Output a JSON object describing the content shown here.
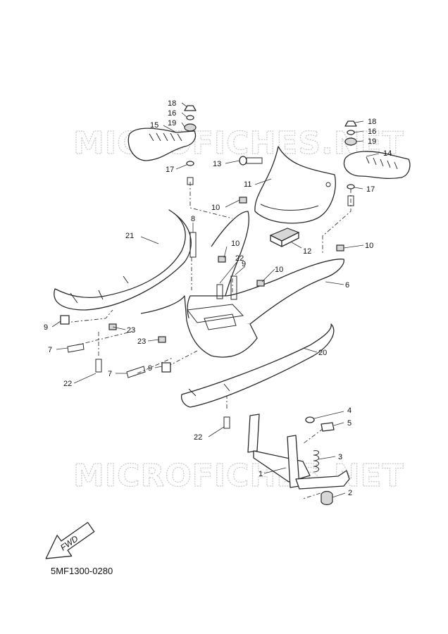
{
  "watermark": "MICROFICHES.NET",
  "diagram_code": "5MF1300-0280",
  "fwd_label": "FWD",
  "callouts": [
    "1",
    "2",
    "3",
    "4",
    "5",
    "6",
    "7",
    "7",
    "8",
    "8",
    "9",
    "9",
    "10",
    "10",
    "10",
    "10",
    "11",
    "12",
    "13",
    "14",
    "15",
    "16",
    "16",
    "17",
    "17",
    "18",
    "18",
    "19",
    "19",
    "20",
    "21",
    "22",
    "22",
    "22",
    "22",
    "23",
    "23"
  ]
}
